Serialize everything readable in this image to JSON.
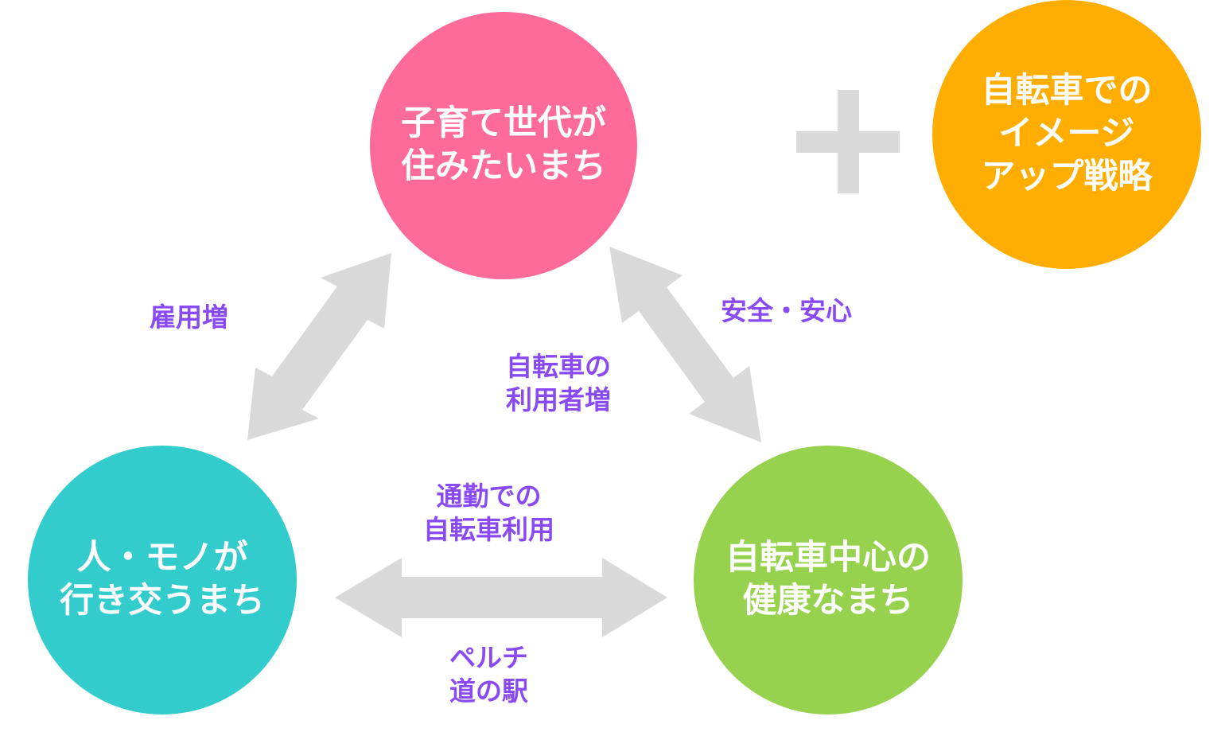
{
  "colors": {
    "pink": "#ff6b98",
    "teal": "#33cccc",
    "green": "#97d24f",
    "orange": "#ffad00",
    "arrow": "#d9d9d9",
    "label": "#8a4af3"
  },
  "circles": {
    "top": {
      "line1": "子育て世代が",
      "line2": "住みたいまち"
    },
    "left": {
      "line1": "人・モノが",
      "line2": "行き交うまち"
    },
    "right": {
      "line1": "自転車中心の",
      "line2": "健康なまち"
    },
    "image": {
      "line1": "自転車での",
      "line2": "イメージ",
      "line3": "アップ戦略"
    }
  },
  "labels": {
    "koyo": "雇用増",
    "anzen": "安全・安心",
    "riyo": {
      "line1": "自転車の",
      "line2": "利用者増"
    },
    "tsukin": {
      "line1": "通勤での",
      "line2": "自転車利用"
    },
    "peru": {
      "line1": "ペルチ",
      "line2": "道の駅"
    }
  },
  "icons": {
    "plus": "plus-icon",
    "arrow": "double-arrow-icon"
  }
}
